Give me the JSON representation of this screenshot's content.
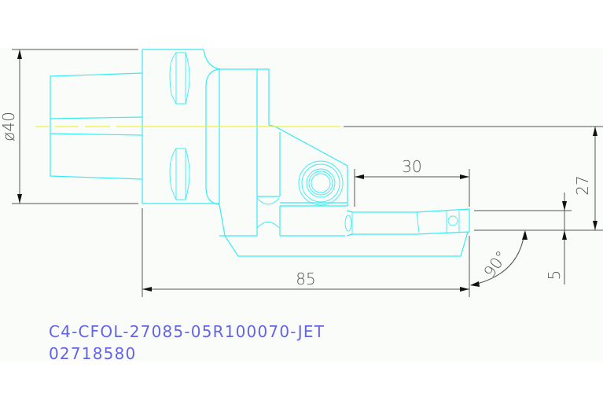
{
  "drawing": {
    "part_number": "C4-CFOL-27085-05R100070-JET",
    "article_number": "02718580",
    "colors": {
      "geometry": "#38ecf2",
      "centerline": "#f0f03a",
      "dimension": "#555555",
      "title_text": "#6464e6",
      "background": "#fafcfa"
    },
    "dimensions": {
      "diameter": "ø40",
      "overall_length": "85",
      "reach": "30",
      "center_height": "27",
      "width": "5",
      "angle": "90°"
    }
  }
}
